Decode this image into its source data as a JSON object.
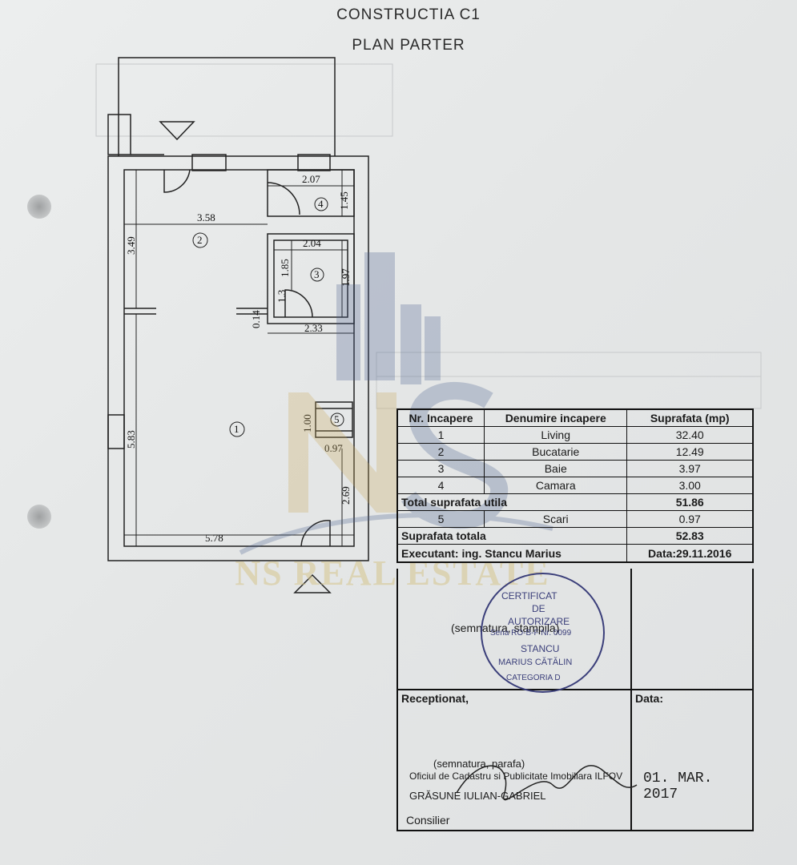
{
  "header": {
    "title_line1": "CONSTRUCTIA C1",
    "title_line2": "PLAN PARTER"
  },
  "plan": {
    "dimensions": [
      "2.07",
      "1.45",
      "3.58",
      "3.49",
      "2.04",
      "1.85",
      "1.97",
      "0.14",
      "2.33",
      "1.00",
      "0.97",
      "5.83",
      "2.69",
      "5.78",
      "1.3"
    ],
    "rooms": [
      "1",
      "2",
      "3",
      "4",
      "5"
    ]
  },
  "table": {
    "headers": [
      "Nr. Incapere",
      "Denumire incapere",
      "Suprafata (mp)"
    ],
    "rows": [
      {
        "nr": "1",
        "name": "Living",
        "area": "32.40"
      },
      {
        "nr": "2",
        "name": "Bucatarie",
        "area": "12.49"
      },
      {
        "nr": "3",
        "name": "Baie",
        "area": "3.97"
      },
      {
        "nr": "4",
        "name": "Camara",
        "area": "3.00"
      }
    ],
    "total_util_label": "Total suprafata utila",
    "total_util_value": "51.86",
    "stairs": {
      "nr": "5",
      "name": "Scari",
      "area": "0.97"
    },
    "total_label": "Suprafata totala",
    "total_value": "52.83",
    "executant_label": "Executant: ing. Stancu Marius",
    "date_label": "Data:29.11.2016",
    "signature_stamp_caption": "(semnatura, stampila)",
    "receptionat_label": "Receptionat,",
    "data_label": "Data:",
    "receptionat_caption": "(semnatura, parafa)",
    "office": "Oficiul de Cadastru si Publicitate Imobiliara ILFOV",
    "official_name": "GRĂSUNE IULIAN-GABRIEL",
    "official_role": "Consilier",
    "stamp_date": "01. MAR. 2017"
  },
  "stamp": {
    "line1": "CERTIFICAT",
    "line2": "DE",
    "line3": "AUTORIZARE",
    "line4": "Seria RO-B-F Nr. 0099",
    "line5": "STANCU",
    "line6": "MARIUS CĂTĂLIN",
    "line7": "CATEGORIA D"
  },
  "watermark": "NS REAL ESTATE"
}
